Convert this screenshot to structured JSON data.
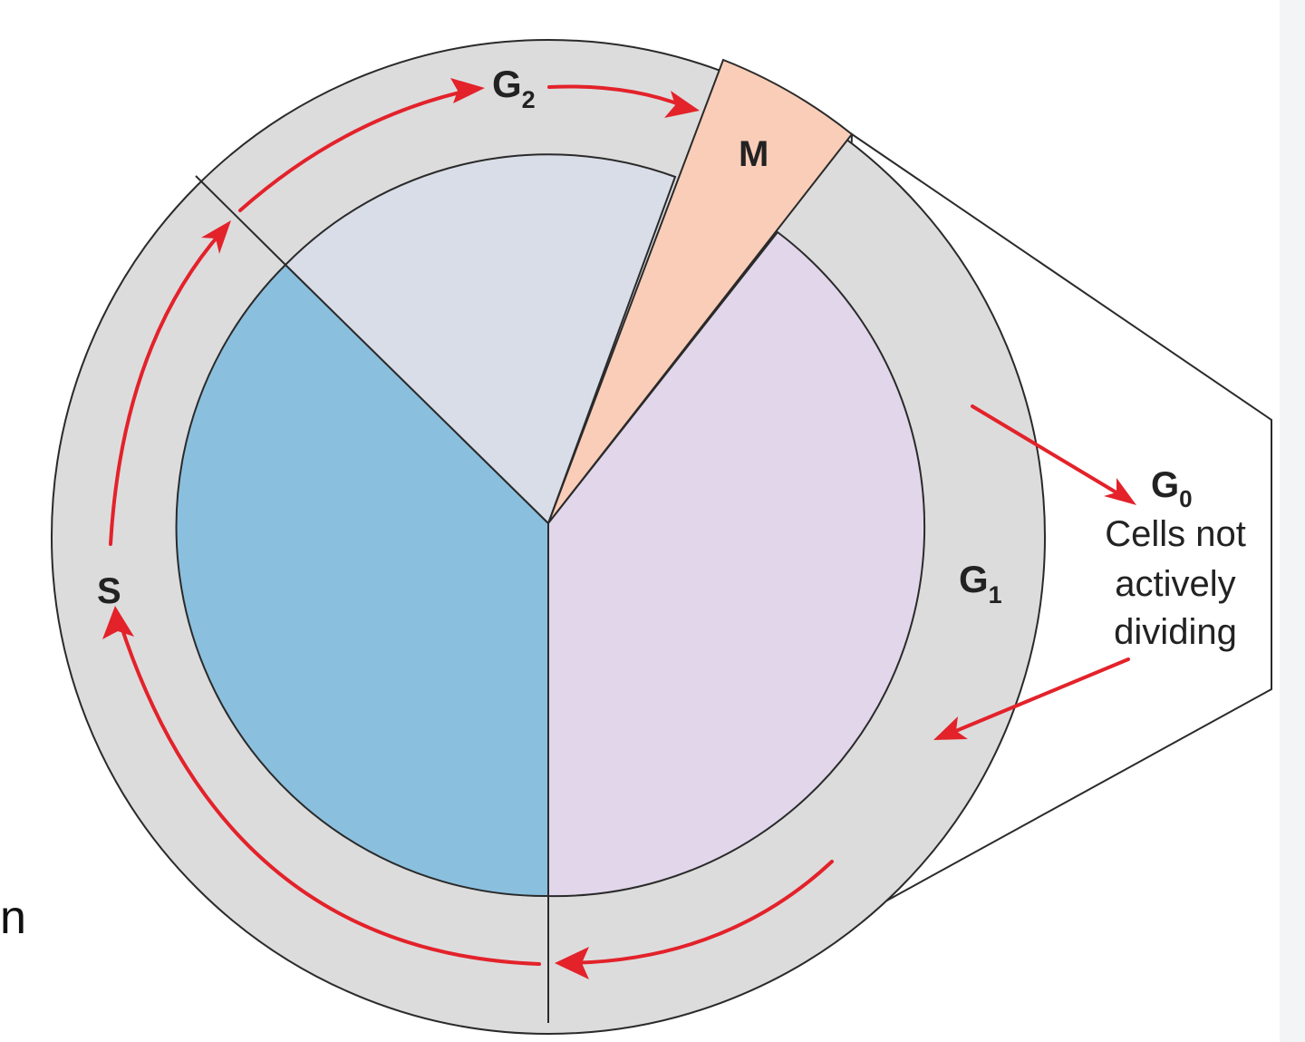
{
  "labels": {
    "g2": {
      "main": "G",
      "sub": "2"
    },
    "m": "M",
    "s": "S",
    "g1": {
      "main": "G",
      "sub": "1"
    },
    "g0": {
      "main": "G",
      "sub": "0"
    },
    "g0_desc": [
      "Cells not",
      "actively",
      "dividing"
    ]
  },
  "stray_text": "n",
  "colors": {
    "outer_ring": "#dcdcdd",
    "g1_sector": "#e1d6ea",
    "s_sector": "#8bbfde",
    "g2_sector": "#d9dde8",
    "m_sector": "#f9cdb8",
    "arrows": "#e3222a",
    "lines": "#2a2a2a",
    "right_strip": "#f3f4f5"
  }
}
